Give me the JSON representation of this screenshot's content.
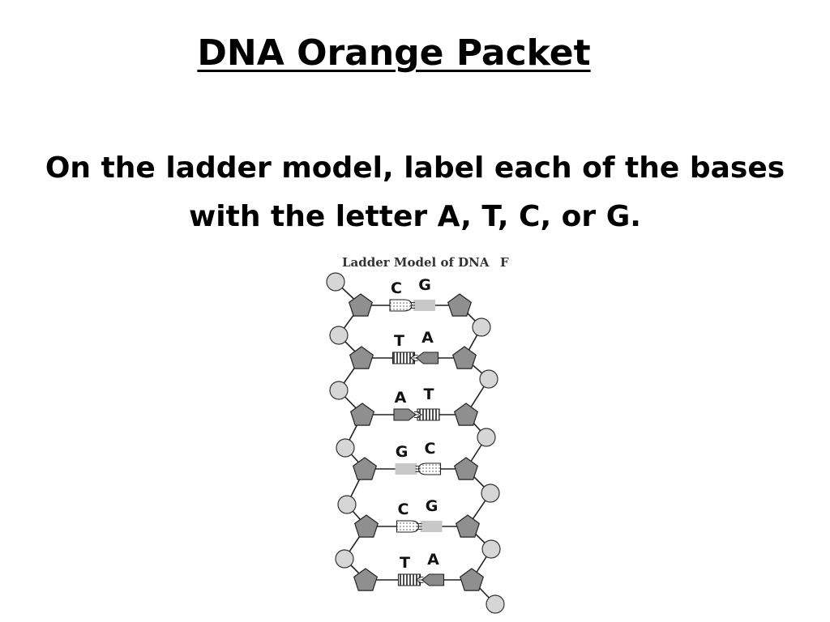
{
  "slide": {
    "title": "DNA Orange Packet",
    "instruction_line1": "On the ladder model, label each of the bases",
    "instruction_line2": "with the letter A, T, C, or G."
  },
  "diagram": {
    "title": "Ladder Model of DNA",
    "title_cutoff": "F",
    "rungs": [
      {
        "left": "C",
        "right": "G"
      },
      {
        "left": "T",
        "right": "A"
      },
      {
        "left": "A",
        "right": "T"
      },
      {
        "left": "G",
        "right": "C"
      },
      {
        "left": "C",
        "right": "G"
      },
      {
        "left": "T",
        "right": "A"
      }
    ]
  }
}
